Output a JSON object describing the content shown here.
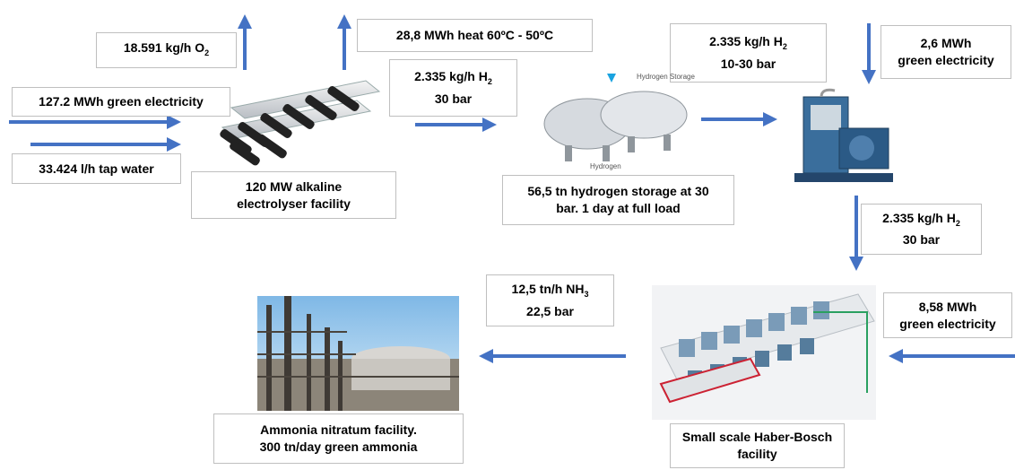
{
  "inputs": {
    "o2_output": {
      "prefix": "18.591 kg/h O",
      "sub": "2"
    },
    "heat_output": "28,8 MWh heat 60ºC - 50ºC",
    "electricity_input": "127.2 MWh green electricity",
    "water_input": "33.424 l/h tap water"
  },
  "electrolyser": {
    "label_line1": "120 MW alkaline",
    "label_line2": "electrolyser facility"
  },
  "h2_to_storage": {
    "prefix": "2.335 kg/h H",
    "sub": "2",
    "line2": "30 bar"
  },
  "storage": {
    "image_label_top": "Hydrogen Storage",
    "image_label_bottom": "Hydrogen",
    "label_line1": "56,5 tn hydrogen storage at 30",
    "label_line2": "bar. 1 day at full load"
  },
  "h2_from_storage": {
    "prefix": "2.335 kg/h H",
    "sub": "2",
    "line2": "10-30 bar"
  },
  "compressor_electricity": {
    "line1": "2,6 MWh",
    "line2": "green electricity"
  },
  "h2_to_hb": {
    "prefix": "2.335 kg/h H",
    "sub": "2",
    "line2": "30 bar"
  },
  "hb_electricity": {
    "line1": "8,58 MWh",
    "line2": "green electricity"
  },
  "haber_bosch": {
    "label_line1": "Small scale Haber-Bosch",
    "label_line2": "facility"
  },
  "nh3_output": {
    "prefix": "12,5 tn/h NH",
    "sub": "3",
    "line2": "22,5 bar"
  },
  "ammonia_facility": {
    "label_line1": "Ammonia nitratum facility.",
    "label_line2": "300 tn/day green ammonia"
  },
  "colors": {
    "arrow": "#4472c4",
    "box_border": "#bfbfbf"
  }
}
